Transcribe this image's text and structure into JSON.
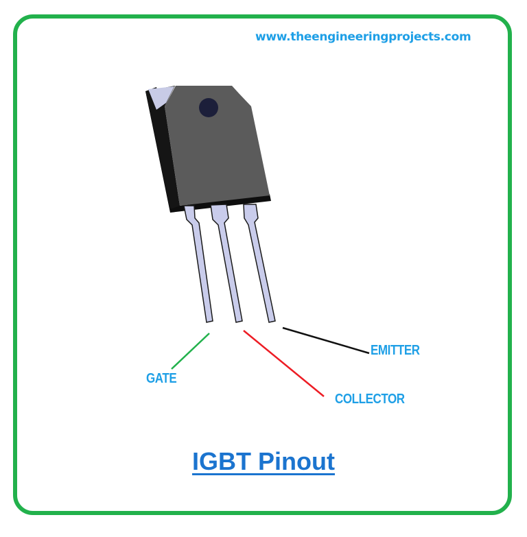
{
  "website": "www.theengineeringprojects.com",
  "title": "IGBT Pinout",
  "pins": [
    {
      "name": "GATE",
      "line_color": "#22b14c"
    },
    {
      "name": "COLLECTOR",
      "line_color": "#ed1c24"
    },
    {
      "name": "EMITTER",
      "line_color": "#111111"
    }
  ],
  "colors": {
    "frame": "#22b14c",
    "label": "#1e9fe6",
    "title": "#1b74cf",
    "website": "#1e9fe6",
    "body": "#5b5b5b",
    "leads": "#c9cceb"
  }
}
